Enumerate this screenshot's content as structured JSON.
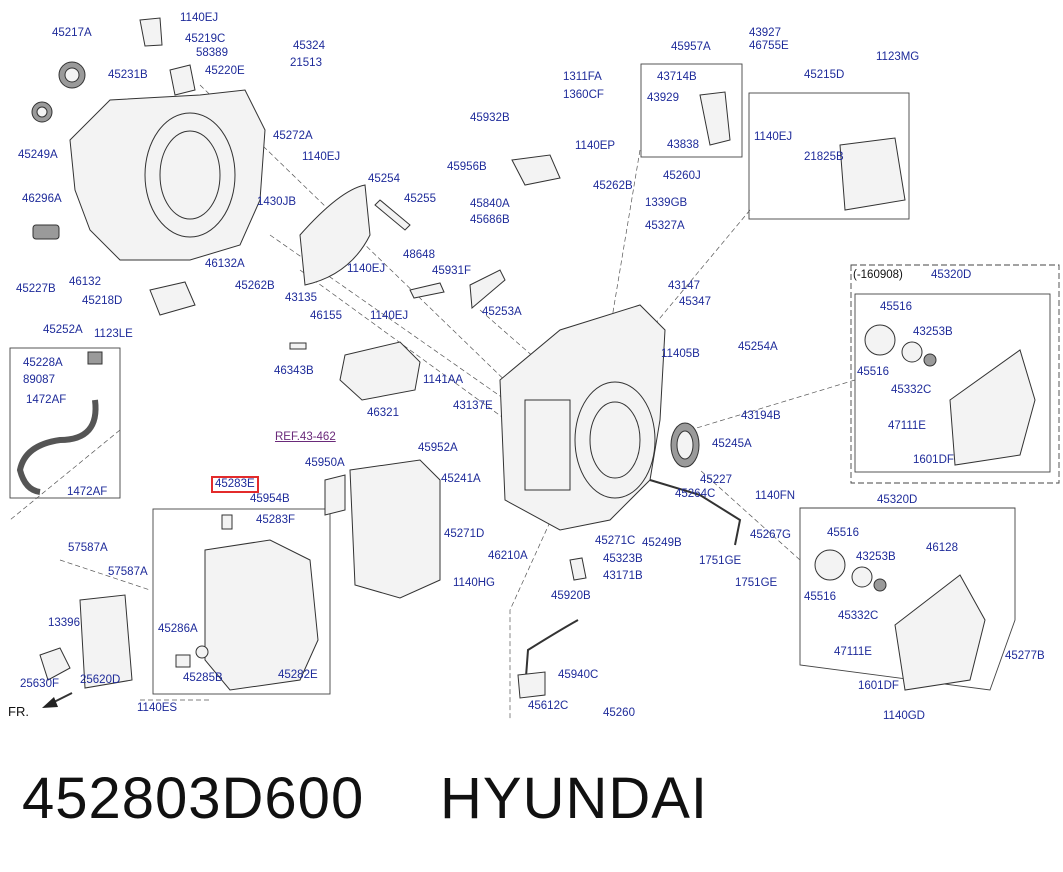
{
  "labels": [
    "45217A",
    "45231B",
    "45249A",
    "46296A",
    "45227B",
    "46132",
    "45218D",
    "46132A",
    "45262B",
    "1123LE",
    "1140EJ",
    "45219C",
    "58389",
    "45220E",
    "45324",
    "21513",
    "45272A",
    "1140EJ",
    "1430JB",
    "45254",
    "45255",
    "48648",
    "1140EJ",
    "45931F",
    "43135",
    "1140EJ",
    "45253A",
    "46155",
    "46343B",
    "46321",
    "1141AA",
    "43137E",
    "45252A",
    "45228A",
    "89087",
    "1472AF",
    "1472AF",
    "1311FA",
    "1360CF",
    "45932B",
    "1140EP",
    "45956B",
    "45840A",
    "45686B",
    "1339GB",
    "45327A",
    "45262B",
    "45260J",
    "45957A",
    "43714B",
    "43929",
    "43838",
    "43927",
    "46755E",
    "1123MG",
    "45215D",
    "1140EJ",
    "21825B",
    "43147",
    "45347",
    "11405B",
    "45254A",
    "43194B",
    "45245A",
    "45227",
    "45264C",
    "1140FN",
    "45241A",
    "45952A",
    "45950A",
    "45954B",
    "45283F",
    "45271D",
    "46210A",
    "1140HG",
    "45271C",
    "45323B",
    "43171B",
    "45249B",
    "1751GE",
    "1751GE",
    "45267G",
    "45920B",
    "45940C",
    "45612C",
    "45260",
    "57587A",
    "57587A",
    "13396",
    "25620D",
    "25630F",
    "45286A",
    "45285B",
    "45282E",
    "1140ES",
    "FR.",
    "(-160908)",
    "45320D",
    "45516",
    "43253B",
    "45516",
    "45332C",
    "47111E",
    "1601DF",
    "45320D",
    "45516",
    "43253B",
    "46128",
    "45516",
    "45332C",
    "47111E",
    "1601DF",
    "45277B",
    "1140GD"
  ],
  "reference": "REF.43-462",
  "highlighted_part": "45283E",
  "footer": {
    "part_number": "452803D600",
    "brand": "HYUNDAI"
  },
  "colors": {
    "label": "#1e2b9a",
    "highlight": "#e32b2b",
    "reference": "#6a2a7a"
  }
}
